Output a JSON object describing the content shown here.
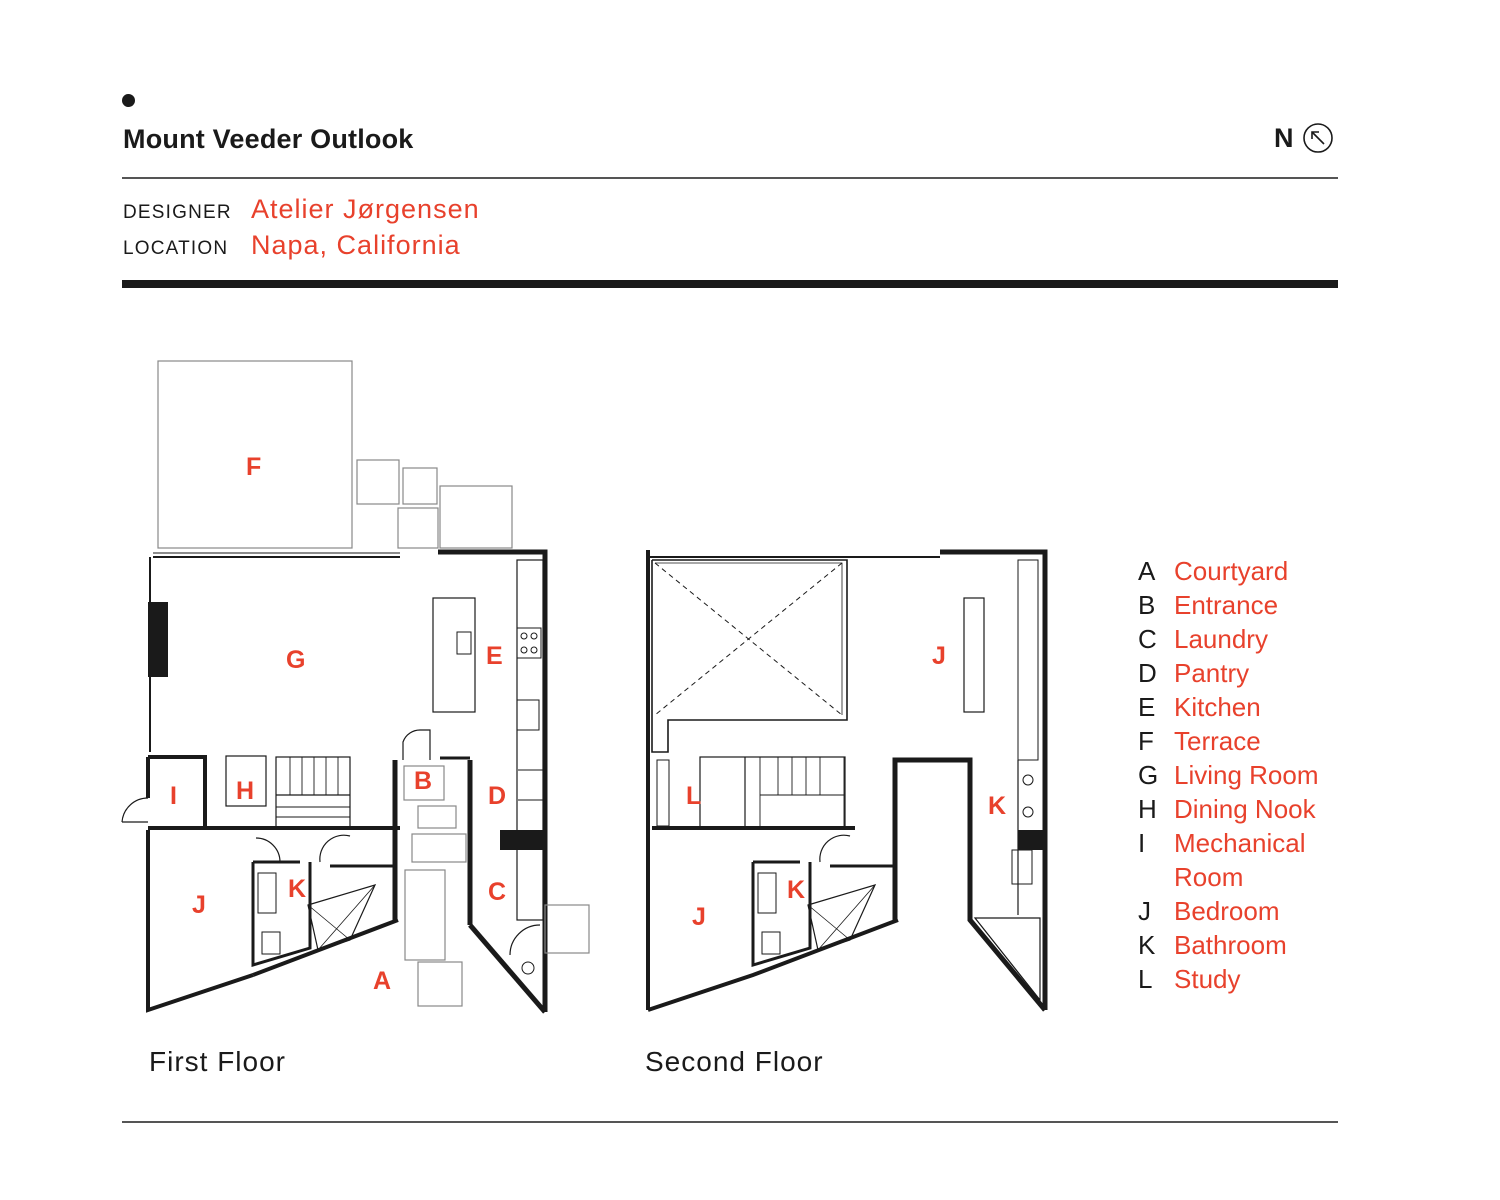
{
  "header": {
    "title": "Mount Veeder Outlook",
    "north_label": "N",
    "designer_label": "DESIGNER",
    "designer": "Atelier Jørgensen",
    "location_label": "LOCATION",
    "location": "Napa, California"
  },
  "plans": {
    "first_floor_caption": "First Floor",
    "second_floor_caption": "Second Floor",
    "first_floor_rooms": {
      "F": "F",
      "G": "G",
      "E": "E",
      "I": "I",
      "H": "H",
      "B": "B",
      "D": "D",
      "J": "J",
      "K": "K",
      "C": "C",
      "A": "A"
    },
    "second_floor_rooms": {
      "J_top": "J",
      "L": "L",
      "K_right": "K",
      "J": "J",
      "K": "K"
    }
  },
  "legend": [
    {
      "key": "A",
      "value": "Courtyard"
    },
    {
      "key": "B",
      "value": "Entrance"
    },
    {
      "key": "C",
      "value": "Laundry"
    },
    {
      "key": "D",
      "value": "Pantry"
    },
    {
      "key": "E",
      "value": "Kitchen"
    },
    {
      "key": "F",
      "value": "Terrace"
    },
    {
      "key": "G",
      "value": "Living Room"
    },
    {
      "key": "H",
      "value": "Dining Nook"
    },
    {
      "key": "I",
      "value": "Mechanical"
    },
    {
      "key": "",
      "value": "Room"
    },
    {
      "key": "J",
      "value": "Bedroom"
    },
    {
      "key": "K",
      "value": "Bathroom"
    },
    {
      "key": "L",
      "value": "Study"
    }
  ],
  "colors": {
    "accent": "#e8412c",
    "ink": "#1a1a1a"
  }
}
